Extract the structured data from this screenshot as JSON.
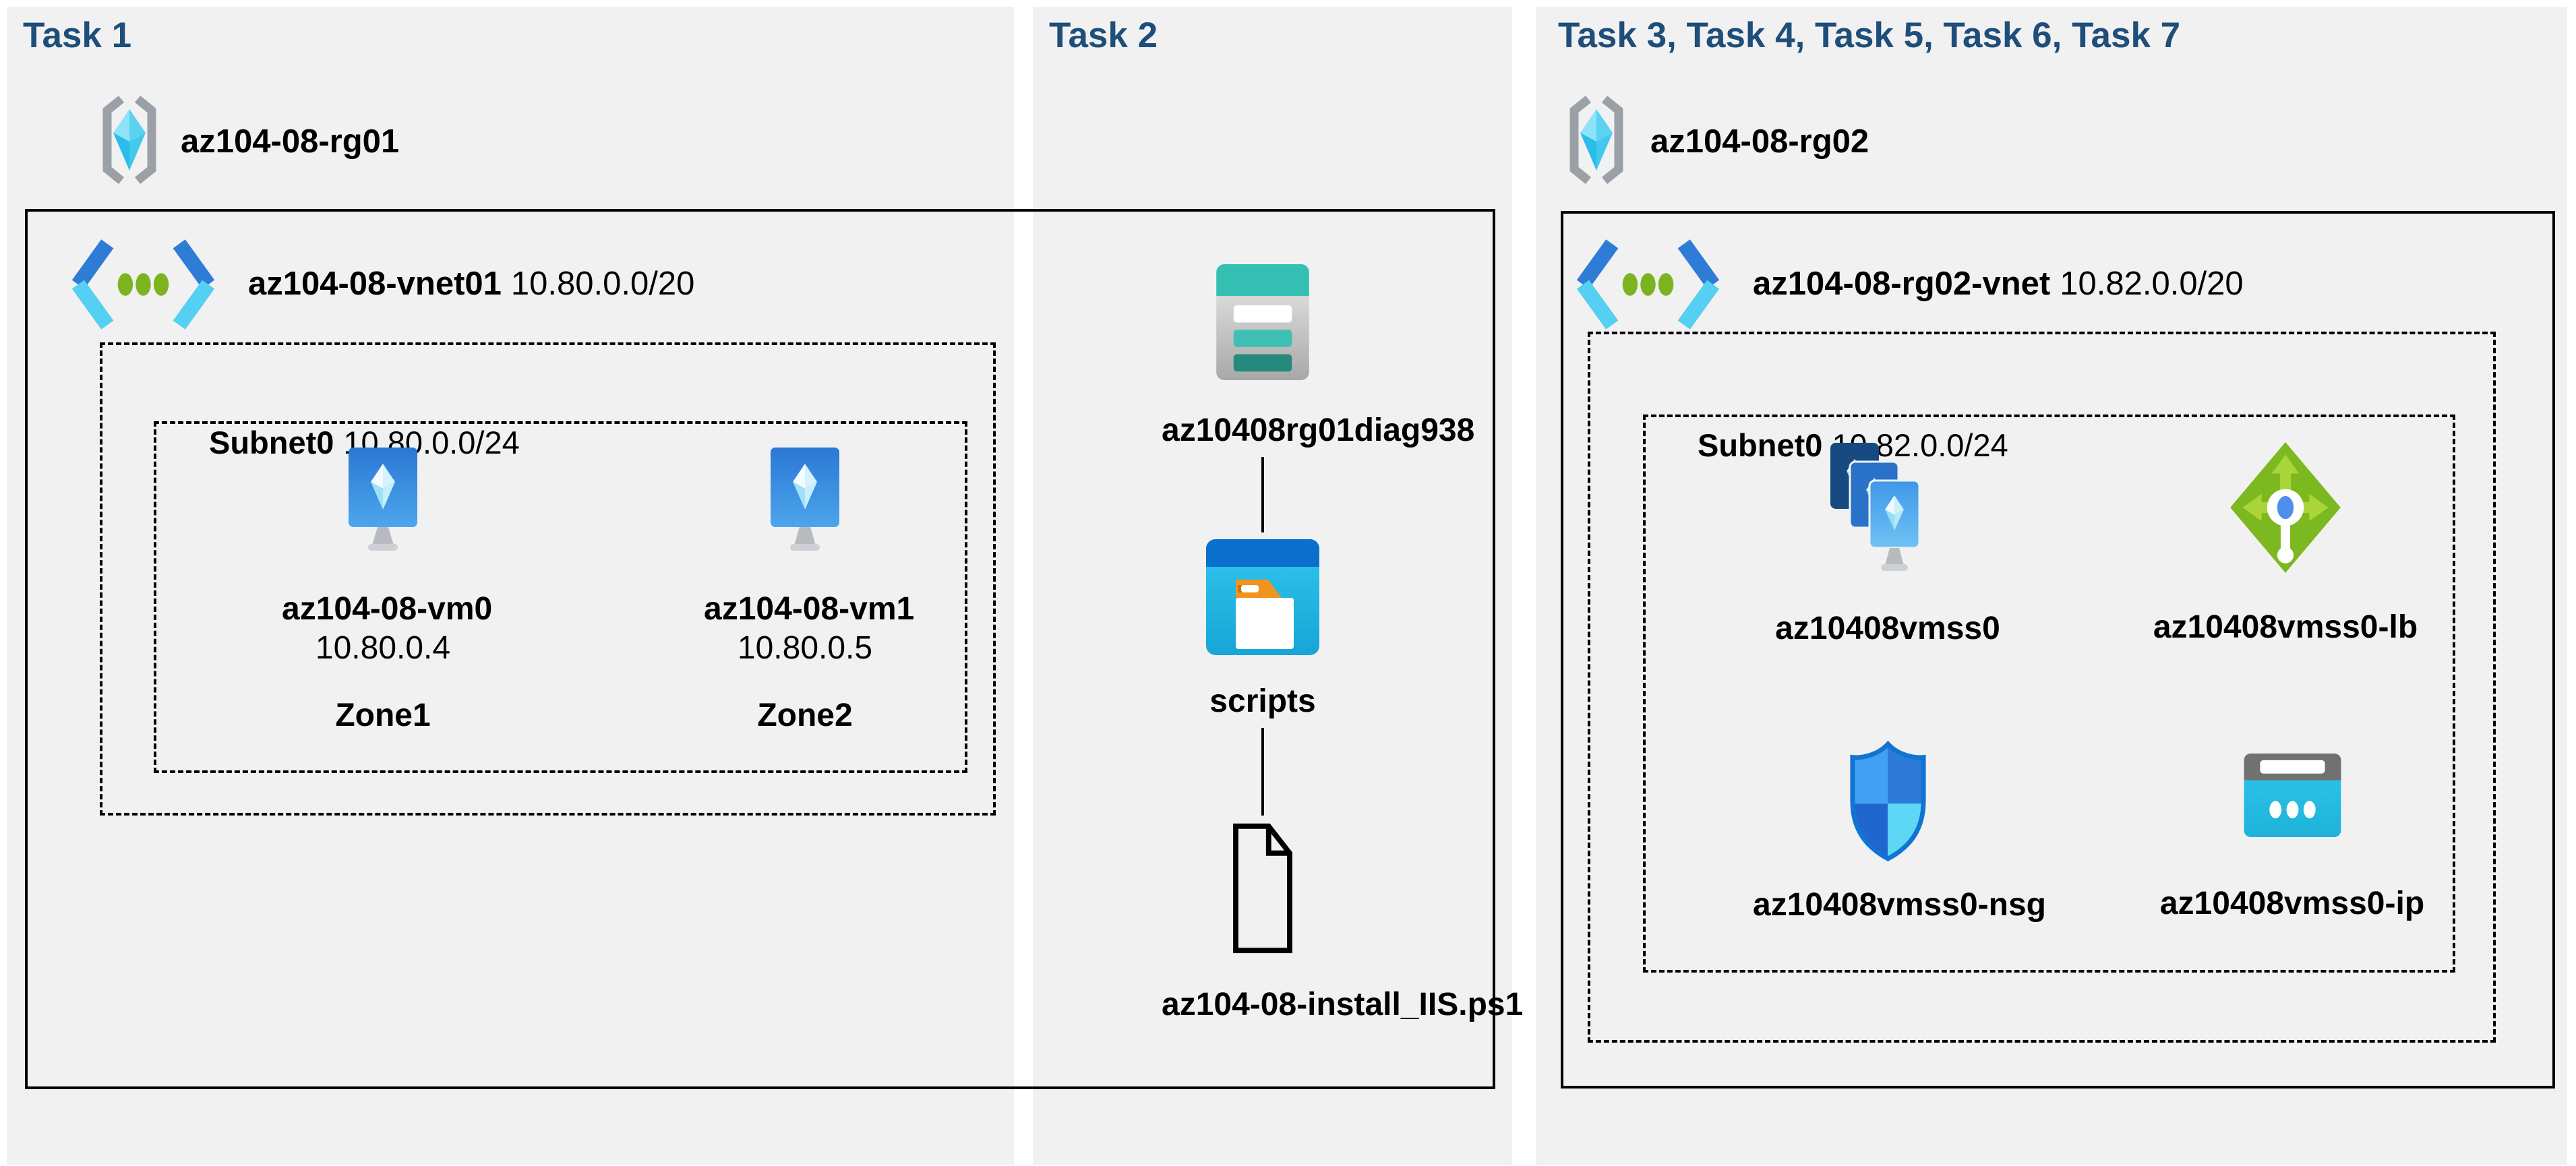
{
  "colors": {
    "task_title": "#1e4e79",
    "panel_bg": "#f1f1f2",
    "outline": "#000000",
    "azure_blue": "#2e7cd6",
    "storage_teal": "#35bfb2",
    "lb_green": "#7cb81f",
    "ip_cyan": "#2ec7ec"
  },
  "task1": {
    "title": "Task 1",
    "resource_group": "az104-08-rg01",
    "vnet": {
      "name": "az104-08-vnet01",
      "cidr": "10.80.0.0/20"
    },
    "subnet": {
      "name": "Subnet0",
      "cidr": "10.80.0.0/24"
    },
    "vms": [
      {
        "name": "az104-08-vm0",
        "ip": "10.80.0.4",
        "zone": "Zone1"
      },
      {
        "name": "az104-08-vm1",
        "ip": "10.80.0.5",
        "zone": "Zone2"
      }
    ]
  },
  "task2": {
    "title": "Task 2",
    "storage_account": "az10408rg01diag938",
    "container": "scripts",
    "script_file": "az104-08-install_IIS.ps1"
  },
  "task3": {
    "title": "Task 3, Task 4, Task 5, Task 6, Task 7",
    "resource_group": "az104-08-rg02",
    "vnet": {
      "name": "az104-08-rg02-vnet",
      "cidr": "10.82.0.0/20"
    },
    "subnet": {
      "name": "Subnet0",
      "cidr": "10.82.0.0/24"
    },
    "resources": {
      "vmss": "az10408vmss0",
      "lb": "az10408vmss0-lb",
      "nsg": "az10408vmss0-nsg",
      "ip": "az10408vmss0-ip"
    }
  }
}
